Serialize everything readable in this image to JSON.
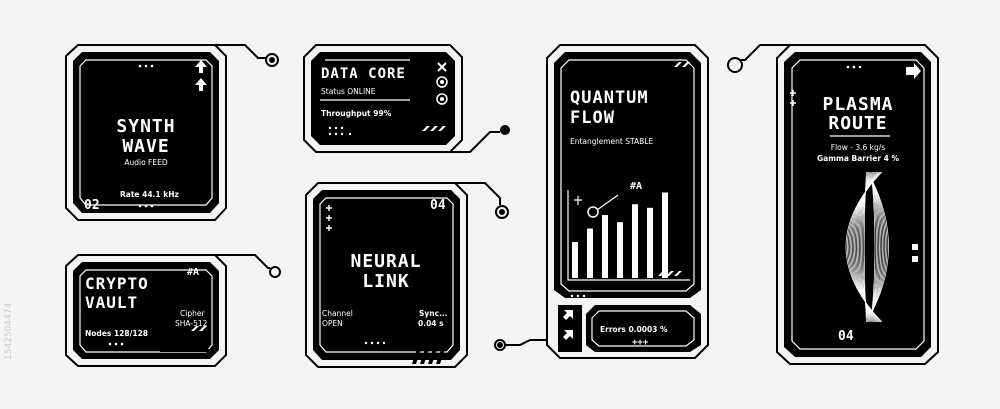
{
  "colors": {
    "panel": "#000000",
    "line": "#ffffff",
    "background": "#f4f4f4"
  },
  "synth": {
    "title_1": "SYNTH",
    "title_2": "WAVE",
    "subtitle": "Audio FEED",
    "rate": "Rate 44.1 kHz",
    "index": "02"
  },
  "datacore": {
    "title": "DATA CORE",
    "status": "Status ONLINE",
    "throughput": "Throughput 99%"
  },
  "crypto": {
    "title_1": "CRYPTO",
    "title_2": "VAULT",
    "tag": "#A",
    "cipher_1": "Cipher",
    "cipher_2": "SHA-512",
    "nodes": "Nodes 128/128"
  },
  "neural": {
    "index": "04",
    "title_1": "NEURAL",
    "title_2": "LINK",
    "channel_1": "Channel",
    "channel_2": "OPEN",
    "sync_1": "Sync...",
    "sync_2": "0.04 s"
  },
  "quantum": {
    "title_1": "QUANTUM",
    "title_2": "FLOW",
    "entanglement": "Entanglement STABLE",
    "tag": "#A",
    "errors": "Errors 0.0003 %",
    "plus": "+++",
    "bar_levels": [
      0.4,
      0.55,
      0.7,
      0.62,
      0.82,
      0.78,
      0.95
    ]
  },
  "plasma": {
    "title_1": "PLASMA",
    "title_2": "ROUTE",
    "flow": "Flow - 3.6 kg/s",
    "barrier": "Gamma Barrier 4 %",
    "index": "04"
  },
  "watermark": {
    "id": "1542504474"
  }
}
